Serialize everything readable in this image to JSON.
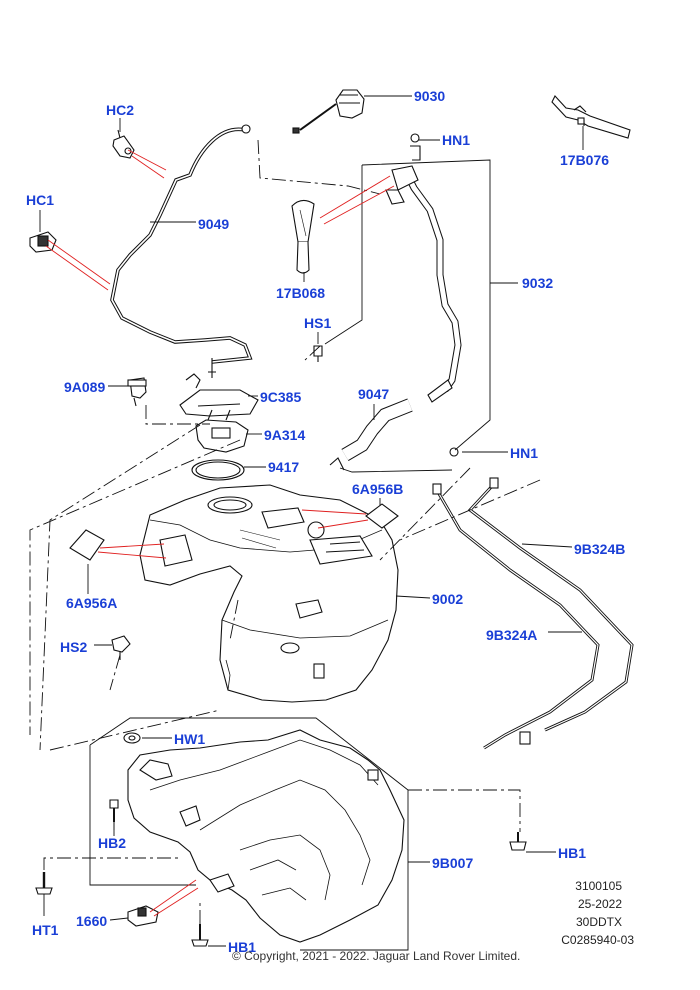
{
  "labels": {
    "9030": "9030",
    "HC2": "HC2",
    "HN1_top": "HN1",
    "17B076": "17B076",
    "HC1": "HC1",
    "9049": "9049",
    "17B068": "17B068",
    "9032": "9032",
    "HS1": "HS1",
    "9A089": "9A089",
    "9C385": "9C385",
    "9047": "9047",
    "9A314": "9A314",
    "HN1_bottom": "HN1",
    "9417": "9417",
    "6A956B": "6A956B",
    "9B324B": "9B324B",
    "6A956A": "6A956A",
    "9002": "9002",
    "HS2": "HS2",
    "9B324A": "9B324A",
    "HW1": "HW1",
    "HB2": "HB2",
    "HB1_right": "HB1",
    "9B007": "9B007",
    "HT1": "HT1",
    "1660": "1660",
    "HB1_bottom": "HB1"
  },
  "meta": {
    "line1": "3100105",
    "line2": "25-2022",
    "line3": "30DDTX",
    "line4": "C0285940-03"
  },
  "copyright": "© Copyright, 2021 - 2022. Jaguar Land Rover Limited.",
  "colors": {
    "label": "#1a3fd6",
    "callout_red": "#e02020",
    "line": "#111111"
  }
}
